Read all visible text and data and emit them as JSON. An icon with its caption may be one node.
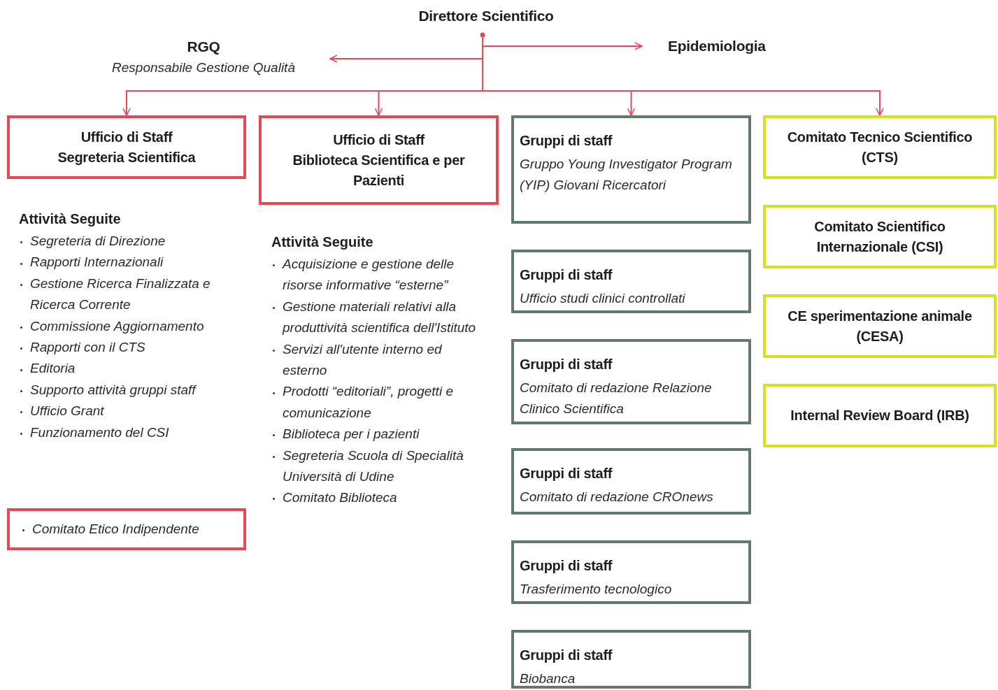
{
  "diagram": {
    "nodes": [
      {
        "text": [
          "Direttore Scientifico"
        ]
      },
      {
        "text": [
          "RGQ",
          "Responsabile Gestione Qualità"
        ]
      },
      {
        "text": [
          "Epidemiologia"
        ]
      },
      {
        "text": [
          "Ufficio di Staff",
          "Segreteria Scientifica"
        ]
      },
      {
        "text": [
          "Ufficio di Staff",
          "Biblioteca Scientifica e per Pazienti"
        ]
      },
      {
        "text": [
          "Gruppi di staff",
          "Gruppo Young Investigator Program (YIP) Giovani Ricercatori"
        ]
      },
      {
        "text": [
          "Gruppi di staff",
          "Ufficio studi clinici controllati"
        ]
      },
      {
        "text": [
          "Gruppi di staff",
          "Comitato di redazione Relazione Clinico Scientifica"
        ]
      },
      {
        "text": [
          "Gruppi di staff",
          "Comitato di redazione CROnews"
        ]
      },
      {
        "text": [
          "Gruppi di staff",
          "Trasferimento tecnologico"
        ]
      },
      {
        "text": [
          "Gruppi di staff",
          "Biobanca"
        ]
      },
      {
        "text": [
          "Comitato Tecnico Scientifico (CTS)"
        ]
      },
      {
        "text": [
          "Comitato Scientifico Internazionale (CSI)"
        ]
      },
      {
        "text": [
          "CE sperimentazione animale (CESA)"
        ]
      },
      {
        "text": [
          "Internal Review Board (IRB)"
        ]
      },
      {
        "text": [
          "Comitato Etico Indipendente"
        ]
      }
    ],
    "edges": [
      {
        "from": 0,
        "to": 1,
        "arrow": "to"
      },
      {
        "from": 0,
        "to": 2,
        "arrow": "to"
      },
      {
        "from": 0,
        "to": 3,
        "arrow": "to"
      },
      {
        "from": 0,
        "to": 4,
        "arrow": "to"
      },
      {
        "from": 0,
        "to": 5,
        "arrow": "to"
      },
      {
        "from": 0,
        "to": 11,
        "arrow": "to"
      }
    ],
    "labels": [
      "Attività Seguite",
      "Segreteria di Direzione",
      "Rapporti Internazionali",
      "Gestione Ricerca Finalizzata e Ricerca Corrente",
      "Commissione Aggiornamento",
      "Rapporti con il CTS",
      "Editoria",
      "Supporto attività gruppi staff",
      "Ufficio Grant",
      "Funzionamento del CSI",
      "Attività Seguite",
      "Acquisizione e gestione delle risorse informative “esterne”",
      "Gestione materiali relativi alla produttività scientifica dell'Istituto",
      "Servizi all'utente interno ed esterno",
      "Prodotti “editoriali”, progetti e comunicazione",
      "Biblioteca per i pazienti",
      "Segreteria Scuola di Specialità Università di Udine",
      "Comitato Biblioteca"
    ]
  }
}
